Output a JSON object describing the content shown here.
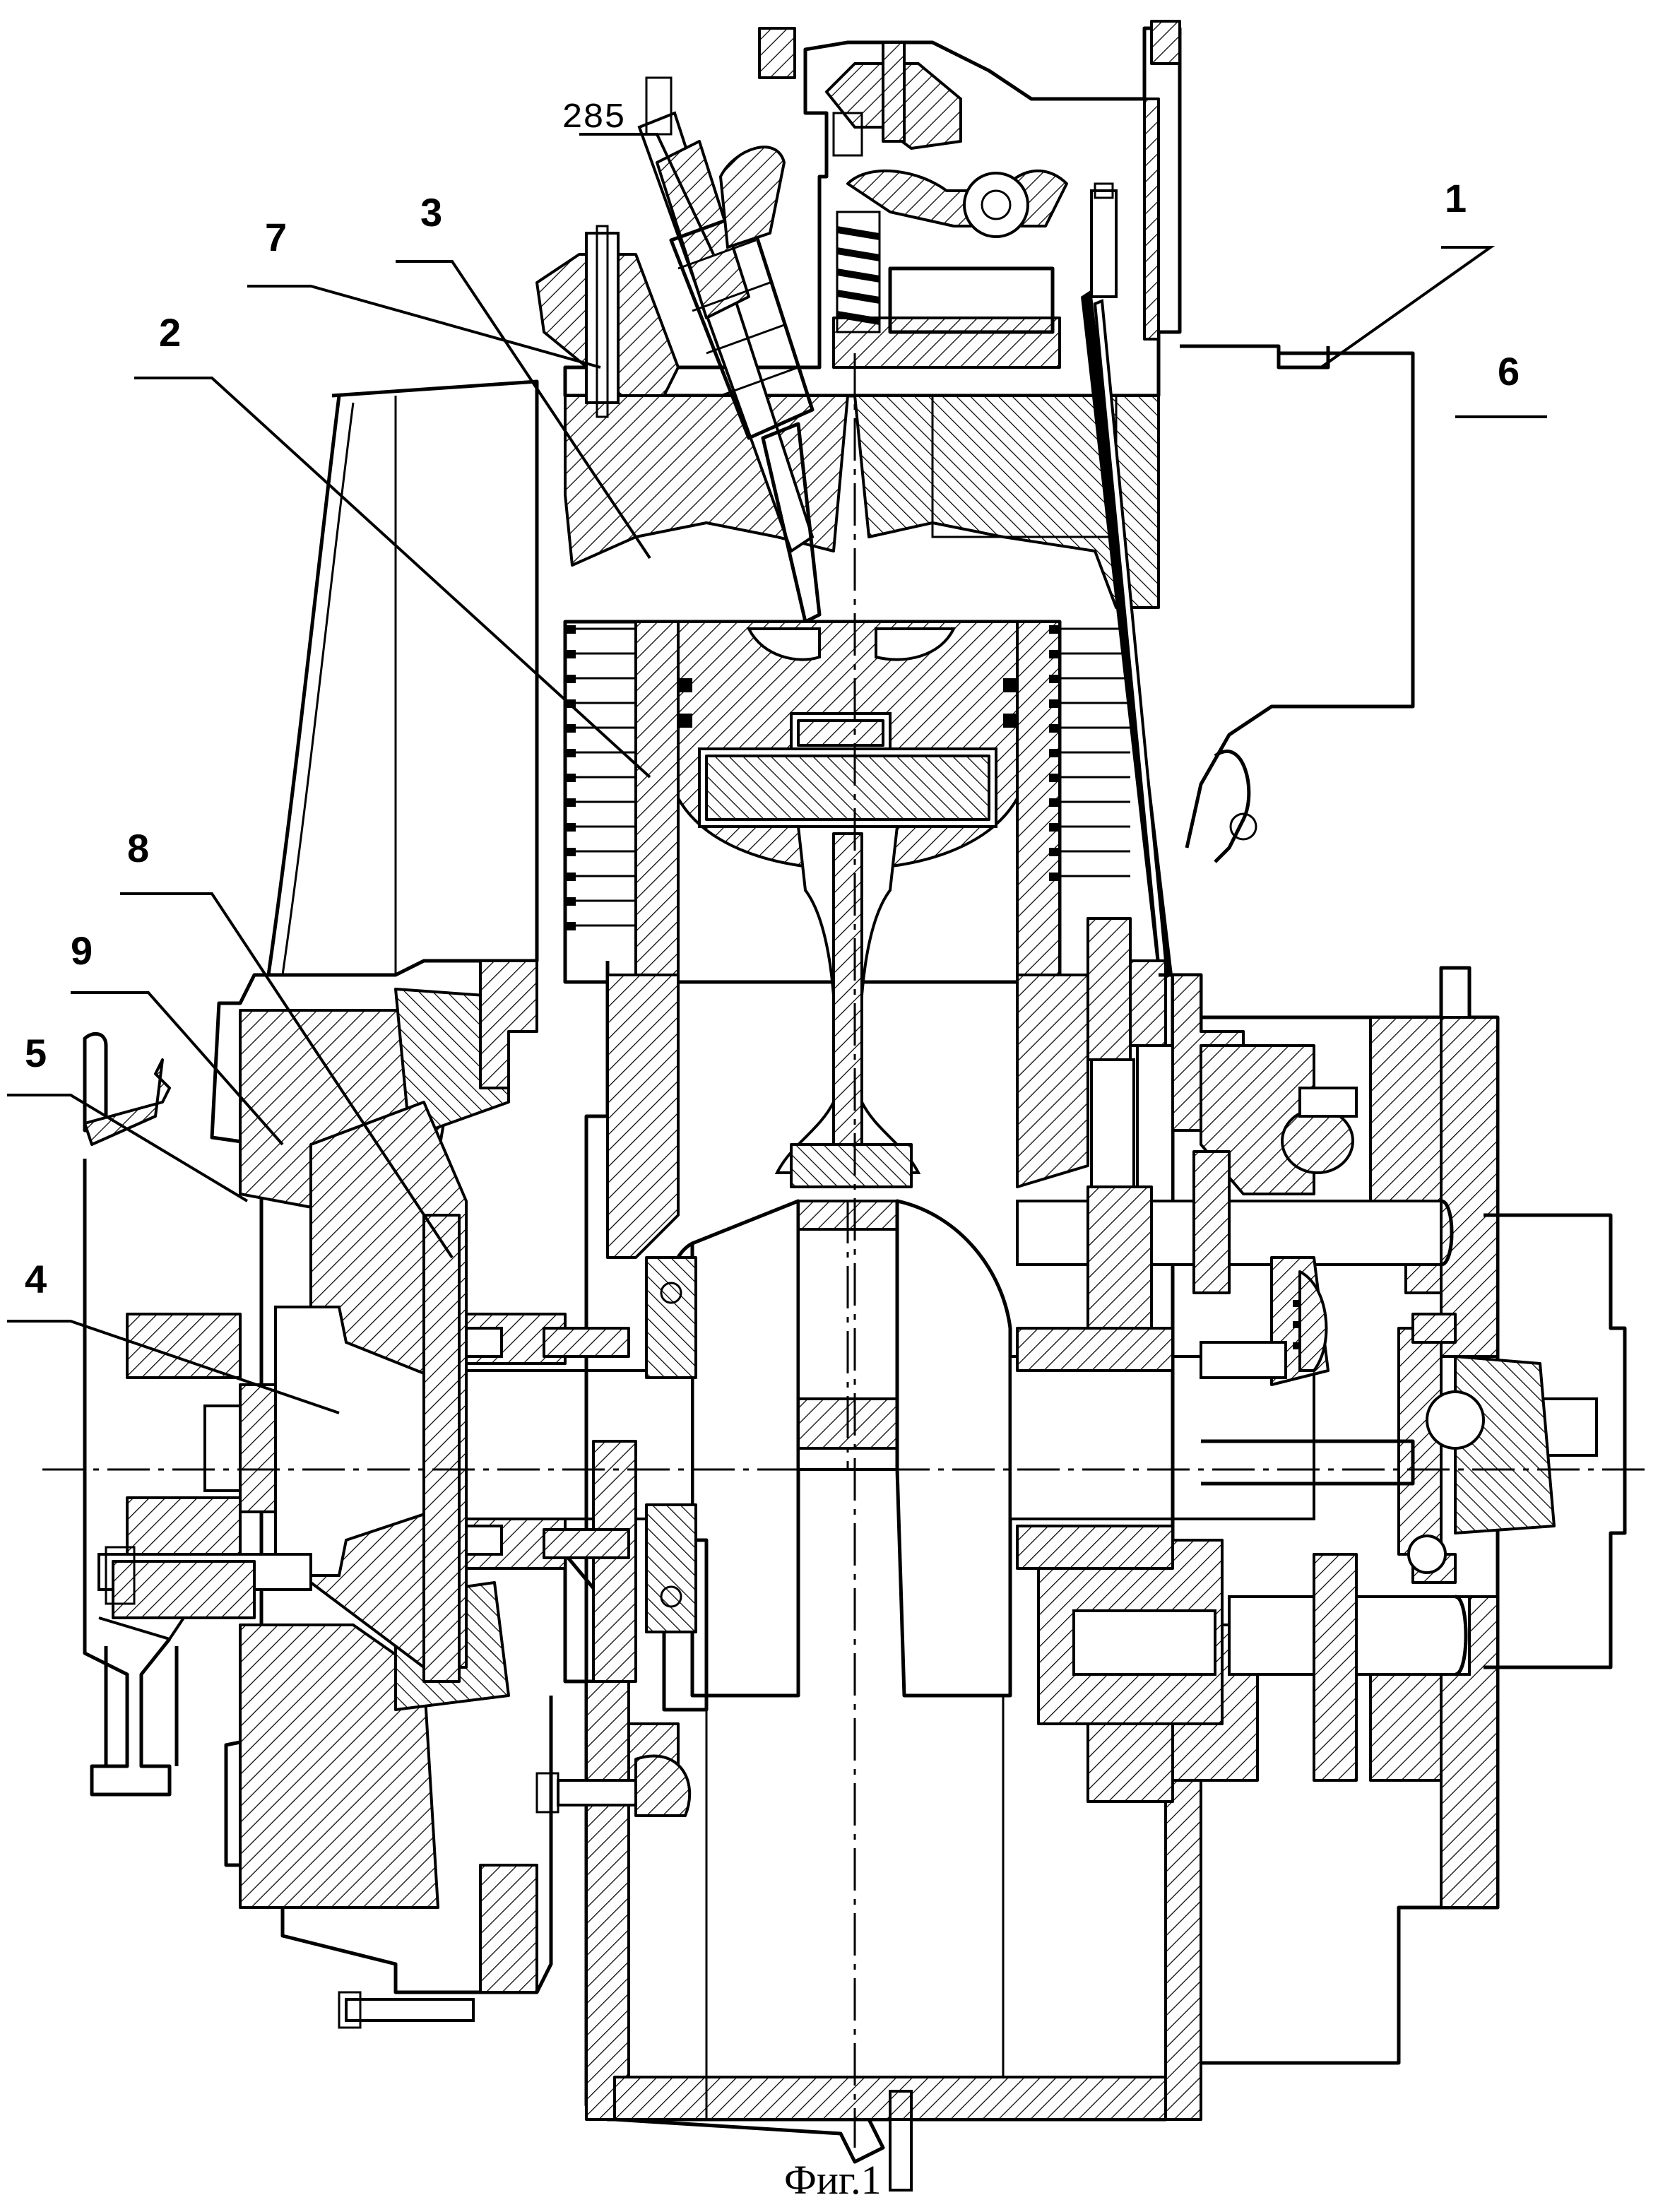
{
  "figure": {
    "caption": "Фиг.1"
  },
  "callouts": [
    {
      "id": "1",
      "text": "1"
    },
    {
      "id": "2",
      "text": "2"
    },
    {
      "id": "3",
      "text": "3"
    },
    {
      "id": "4",
      "text": "4"
    },
    {
      "id": "5",
      "text": "5"
    },
    {
      "id": "6",
      "text": "6"
    },
    {
      "id": "7",
      "text": "7"
    },
    {
      "id": "8",
      "text": "8"
    },
    {
      "id": "9",
      "text": "9"
    },
    {
      "id": "285",
      "text": "285"
    }
  ]
}
